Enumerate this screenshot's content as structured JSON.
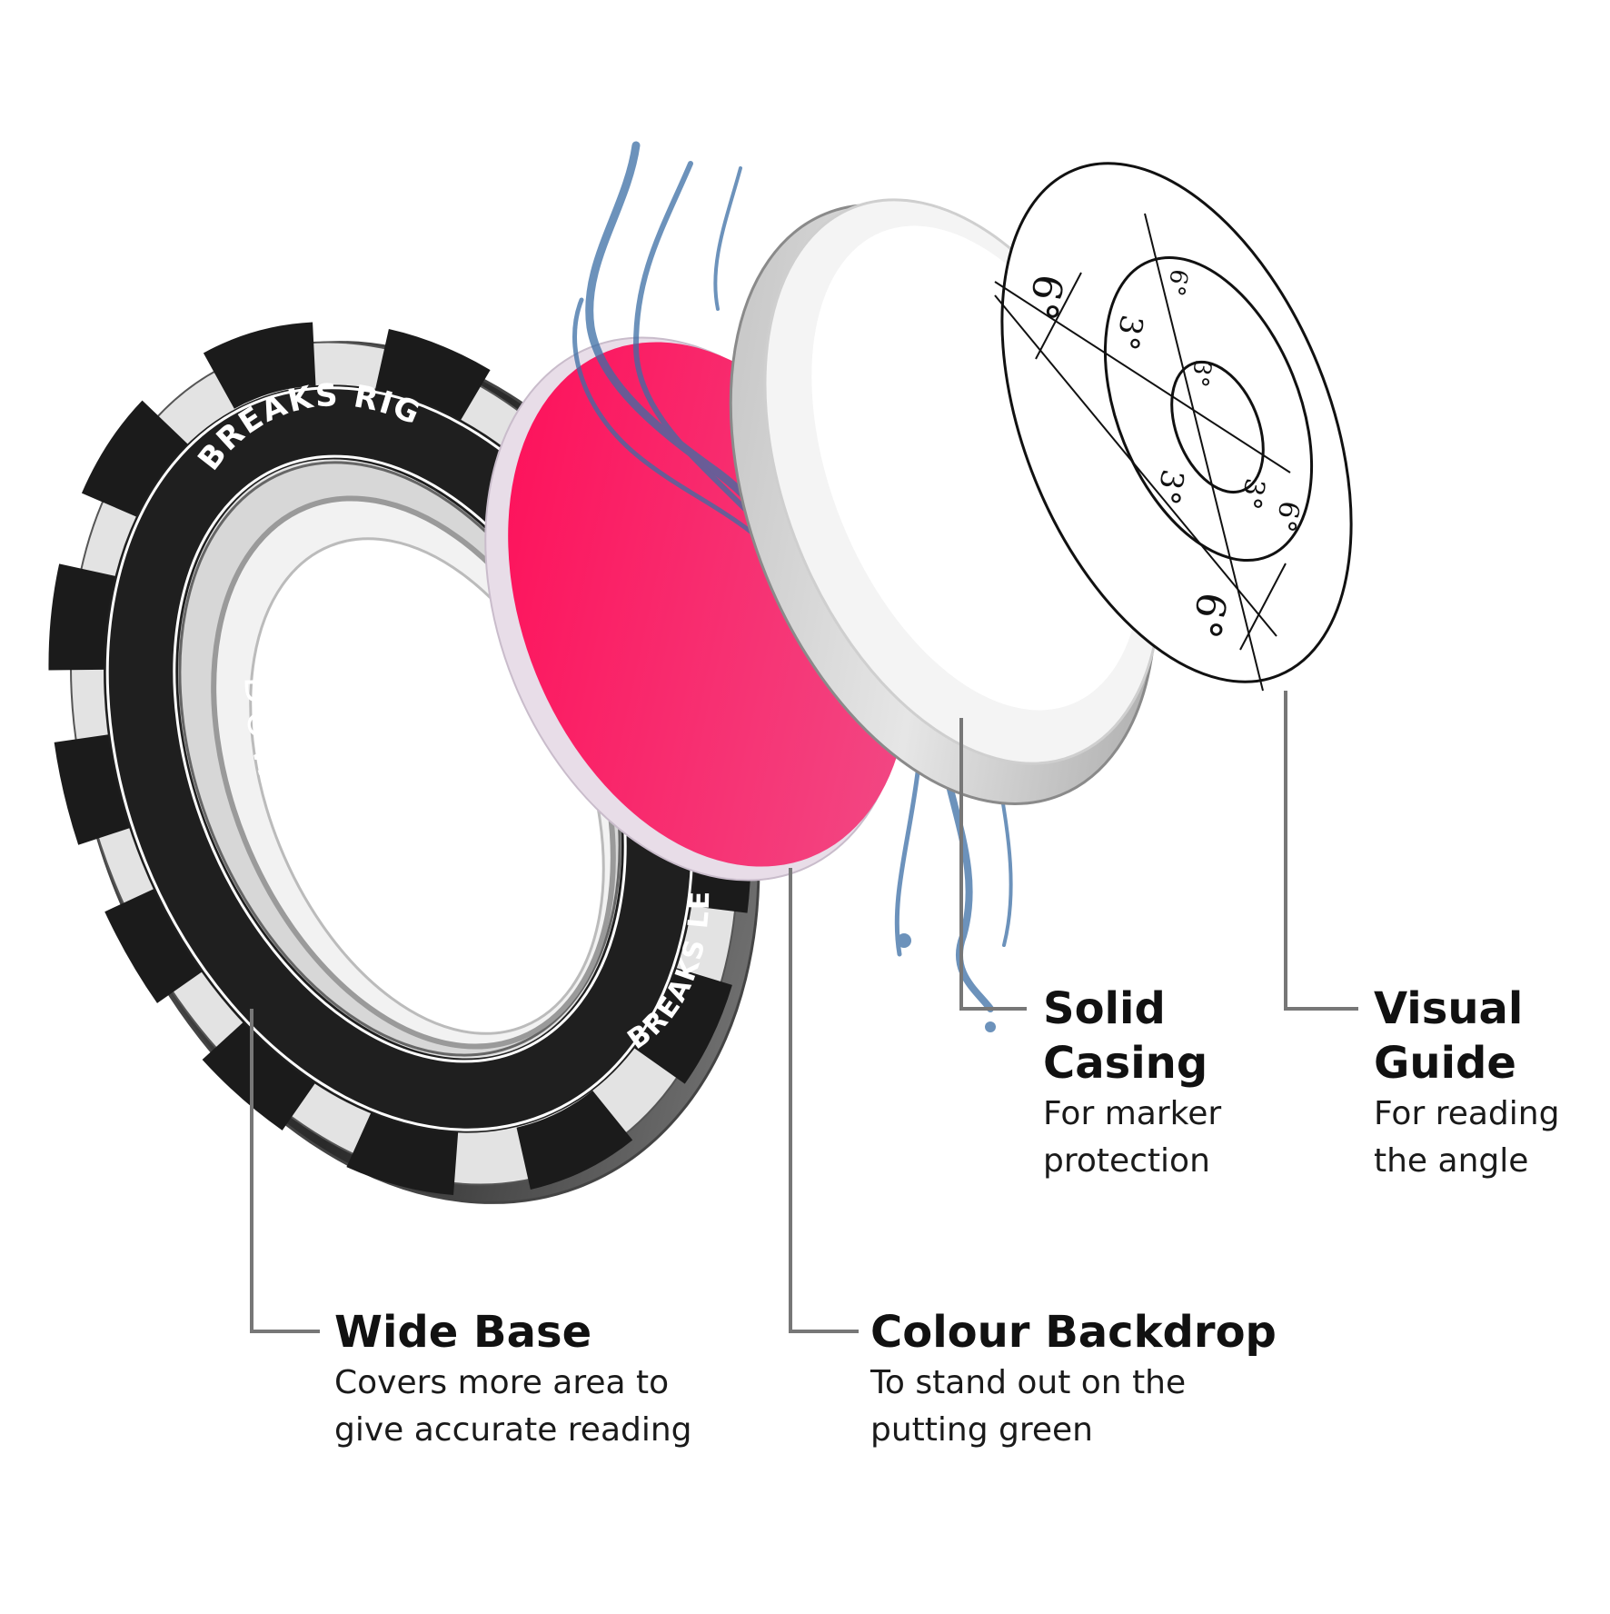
{
  "colors": {
    "ring_dark": "#1b1b1b",
    "ring_light": "#eeeeee",
    "backdrop_pink": "#f5135a",
    "casing_grey": "#d9d9d9",
    "guide_line": "#111111",
    "water_blue": "#3b6ea5",
    "leader_line": "#777777"
  },
  "ring_text": {
    "top": "BREAKS RIGHT",
    "middle": "DOWN HILL",
    "bottom": "BREAKS LEFT"
  },
  "guide_ticks": [
    "6°",
    "3°",
    "3°",
    "3°",
    "3°",
    "6°",
    "6°",
    "6°"
  ],
  "callouts": {
    "solid_casing": {
      "title": [
        "Solid",
        "Casing"
      ],
      "desc": [
        "For marker",
        "protection"
      ]
    },
    "visual_guide": {
      "title": [
        "Visual",
        "Guide"
      ],
      "desc": [
        "For reading",
        "the angle"
      ]
    },
    "wide_base": {
      "title": [
        "Wide Base"
      ],
      "desc": [
        "Covers more area to",
        "give accurate reading"
      ]
    },
    "colour_backdrop": {
      "title": [
        "Colour Backdrop"
      ],
      "desc": [
        "To stand out on the",
        "putting green"
      ]
    }
  }
}
